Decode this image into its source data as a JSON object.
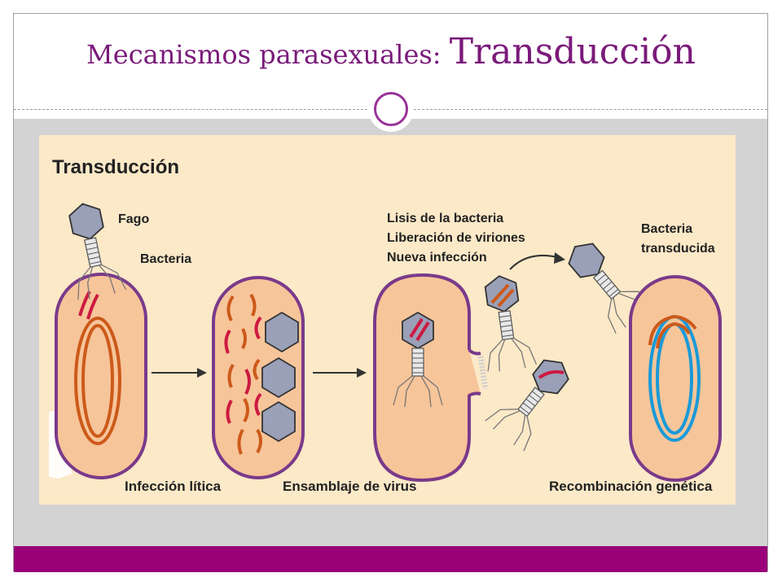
{
  "slide": {
    "title_part1": "Mecanismos parasexuales: ",
    "title_part2": "Transducción"
  },
  "figure": {
    "title": "Transducción",
    "labels": {
      "fago": "Fago",
      "bacteria": "Bacteria",
      "lisis": "Lisis de la bacteria",
      "liberacion": "Liberación de viriones",
      "nueva_infeccion": "Nueva infección",
      "bacteria_transducida_1": "Bacteria",
      "bacteria_transducida_2": "transducida"
    },
    "steps": [
      {
        "label": "Infección lítica"
      },
      {
        "label": "Ensamblaje de virus"
      },
      {
        "label": "Recombinación genética"
      }
    ]
  },
  "colors": {
    "title": "#7a1a7a",
    "accent_bar": "#990077",
    "ornament_ring": "#993399",
    "figure_bg": "#fce9c8",
    "cell_fill": "#f7c59a",
    "cell_membrane": "#7a3a8a",
    "dna_orange": "#cc5a1a",
    "dna_red": "#cc1a40",
    "dna_blue": "#1a9ad8",
    "phage_head": "#9aa0b8"
  }
}
